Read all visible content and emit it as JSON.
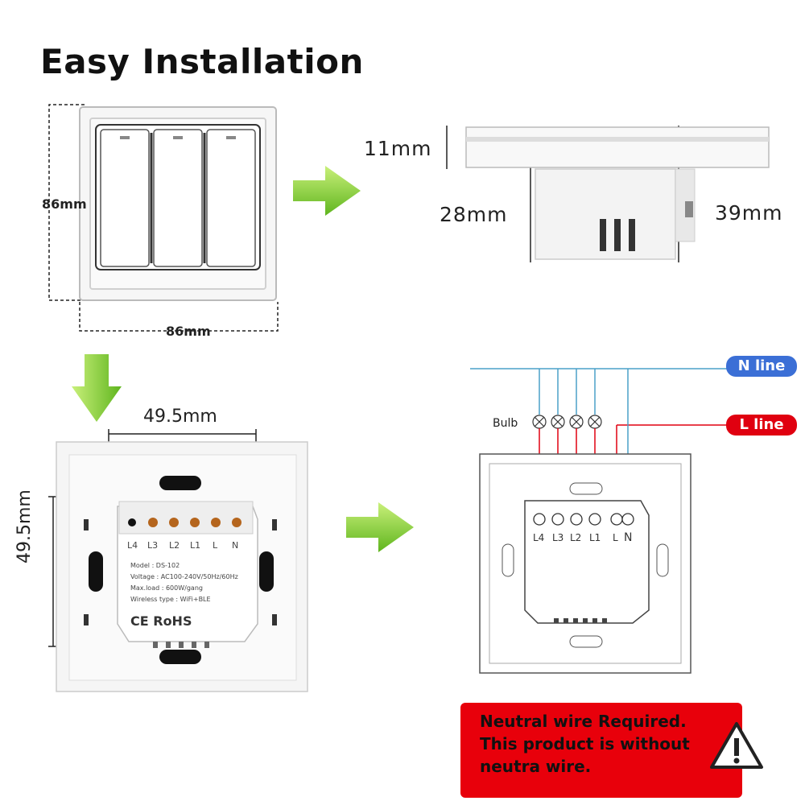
{
  "title": "Easy Installation",
  "front": {
    "height": "86mm",
    "width": "86mm"
  },
  "side": {
    "top": "11mm",
    "body": "28mm",
    "total": "39mm"
  },
  "back": {
    "spacing_h": "49.5mm",
    "spacing_v": "49.5mm",
    "terminals": [
      "L4",
      "L3",
      "L2",
      "L1",
      "L",
      "N"
    ],
    "label": {
      "model": "Model : DS-102",
      "voltage": "Voltage : AC100-240V/50Hz/60Hz",
      "maxload": "Max.load : 600W/gang",
      "wireless": "Wireless type : WiFi+BLE",
      "certs": "CE RoHS"
    }
  },
  "wiring": {
    "n_line": "N line",
    "l_line": "L line",
    "bulb": "Bulb",
    "terminals": [
      "L4",
      "L3",
      "L2",
      "L1",
      "L",
      "N"
    ],
    "n_color": "#3b6fd6",
    "l_color": "#e00010"
  },
  "warning": {
    "line1": "Neutral wire Required.",
    "line2": "This product is without",
    "line3": "neutra wire.",
    "bg": "#e8000b"
  }
}
